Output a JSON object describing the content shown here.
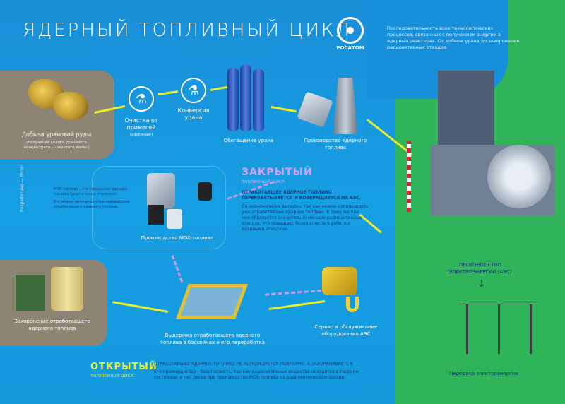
{
  "title": "ЯДЕРНЫЙ ТОПЛИВНЫЙ ЦИКЛ",
  "logo_text": "РОСАТОМ",
  "intro": "Последовательность всех технологических процессов, связанных с получением энергии в ядерных реакторах. От добычи урана до захоронения радиоактивных отходов.",
  "credit": "Разработано — Ritori",
  "steps": {
    "mining": {
      "label": "Добыча урановой руды",
      "sub": "(получение сухого уранового концентрата – «желтого кека»)"
    },
    "refining": {
      "label": "Очистка от примесей",
      "sub": "(аффинаж)"
    },
    "conversion": {
      "label": "Конверсия урана"
    },
    "enrichment": {
      "label": "Обогащение урана"
    },
    "fuel": {
      "label": "Производство ядерного топлива"
    },
    "plant": {
      "label": "ПРОИЗВОДСТВО ЭЛЕКТРОЭНЕРГИИ (АЭС)"
    },
    "transmission": {
      "label": "Передача электроэнергии"
    },
    "service": {
      "label": "Сервис и обслуживание оборудования АЭС"
    },
    "storage": {
      "label": "Выдержка отработавшего ядерного топлива в бассейнах и его переработка"
    },
    "disposal": {
      "label": "Захоронение отработавшего ядерного топлива"
    },
    "mox": {
      "label": "Производство MOX-топлива",
      "note1": "MOX-топливо – это смешанное ядерное топливо (уран и оксид плутония).",
      "note2": "Его можно получать путем переработки отработавшего ядерного топлива."
    }
  },
  "closed_cycle": {
    "heading": "ЗАКРЫТЫЙ",
    "sub": "топливный цикл",
    "lead": "ОТРАБОТАВШЕЕ ЯДЕРНОЕ ТОПЛИВО ПЕРЕРАБАТЫВАЕТСЯ И ВОЗВРАЩАЕТСЯ НА АЭС.",
    "body": "Он экономически выгоден, так как можно использовать уже отработавшее ядерное топливо. К тому же при нем образуется значительно меньше радиоактивных отходов, что повышает безопасность в работе с ядерными отходами."
  },
  "open_cycle": {
    "heading": "ОТКРЫТЫЙ",
    "sub": "топливный цикл",
    "lead": "ОТРАБОТАВШЕЕ ЯДЕРНОЕ ТОПЛИВО НЕ ИСПОЛЬЗУЕТСЯ ПОВТОРНО, А ЗАХОРАНИВАЕТСЯ.",
    "body": "Его преимущество – безопасность, так как радиоактивные вещества находятся в твердом состоянии, и нет риска при производстве MOX-топлива на радиохимическом заводе."
  },
  "colors": {
    "background": "#1596dc",
    "green": "#2fb45a",
    "arrow": "#e8ef2a",
    "closed": "#d9a0f7",
    "open": "#e4ee3a"
  }
}
